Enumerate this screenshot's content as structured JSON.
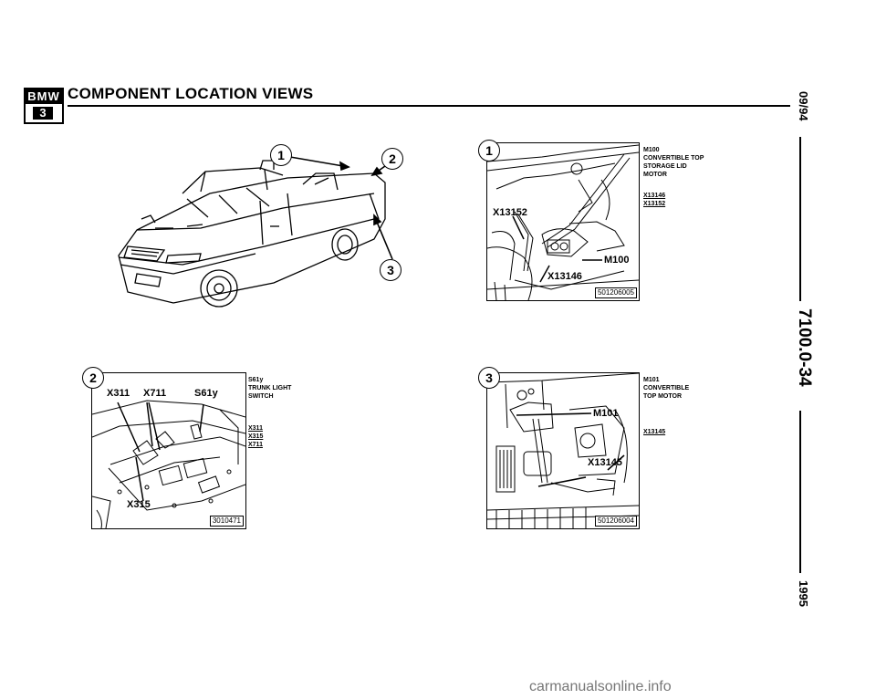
{
  "header": {
    "logo_brand": "BMW",
    "logo_series": "3",
    "title": "COMPONENT LOCATION VIEWS"
  },
  "side": {
    "date": "09/94",
    "page": "7100.0-34",
    "year": "1995"
  },
  "car_view": {
    "callouts": [
      "1",
      "2",
      "3"
    ]
  },
  "views": [
    {
      "badge": "1",
      "labels": [
        "X13152",
        "M100",
        "X13146"
      ],
      "code": "501206005",
      "legend": [
        {
          "text": "M100"
        },
        {
          "text": "CONVERTIBLE TOP"
        },
        {
          "text": "STORAGE LID"
        },
        {
          "text": "MOTOR"
        },
        {
          "text": "X13146",
          "underline": true
        },
        {
          "text": "X13152",
          "underline": true
        }
      ]
    },
    {
      "badge": "2",
      "labels": [
        "X311",
        "X711",
        "S61y",
        "X315"
      ],
      "code": "3010471",
      "legend": [
        {
          "text": "S61y"
        },
        {
          "text": "TRUNK LIGHT"
        },
        {
          "text": "SWITCH"
        },
        {
          "text": "X311",
          "underline": true
        },
        {
          "text": "X315",
          "underline": true
        },
        {
          "text": "X711",
          "underline": true
        }
      ]
    },
    {
      "badge": "3",
      "labels": [
        "M101",
        "X13145"
      ],
      "code": "501206004",
      "legend": [
        {
          "text": "M101"
        },
        {
          "text": "CONVERTIBLE"
        },
        {
          "text": "TOP MOTOR"
        },
        {
          "text": "X13145",
          "underline": true
        }
      ]
    }
  ],
  "footer": {
    "watermark": "carmanualsonline.info"
  }
}
